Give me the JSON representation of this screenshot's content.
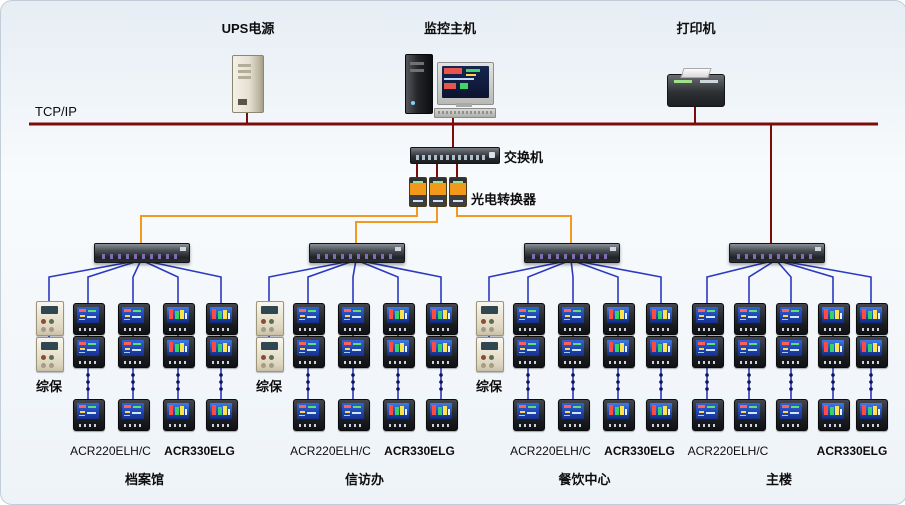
{
  "colors": {
    "tcp_bus": "#7a0c0c",
    "fiber": "#f29a1d",
    "rs485": "#2b3ac0",
    "ellipsis_dot": "#13134f"
  },
  "top_devices": {
    "ups_label": "UPS电源",
    "host_label": "监控主机",
    "printer_label": "打印机"
  },
  "network": {
    "bus_label": "TCP/IP",
    "switch_label": "交换机",
    "converter_label": "光电转换器"
  },
  "relay_label": "综保",
  "groups": [
    {
      "name": "档案馆",
      "has_relay": true,
      "meter_labels": [
        "ACR220ELH/C",
        "ACR330ELG"
      ]
    },
    {
      "name": "信访办",
      "has_relay": true,
      "meter_labels": [
        "ACR220ELH/C",
        "ACR330ELG"
      ]
    },
    {
      "name": "餐饮中心",
      "has_relay": true,
      "meter_labels": [
        "ACR220ELH/C",
        "ACR330ELG"
      ]
    },
    {
      "name": "主楼",
      "has_relay": false,
      "meter_labels": [
        "ACR220ELH/C",
        "ACR330ELG"
      ]
    }
  ]
}
